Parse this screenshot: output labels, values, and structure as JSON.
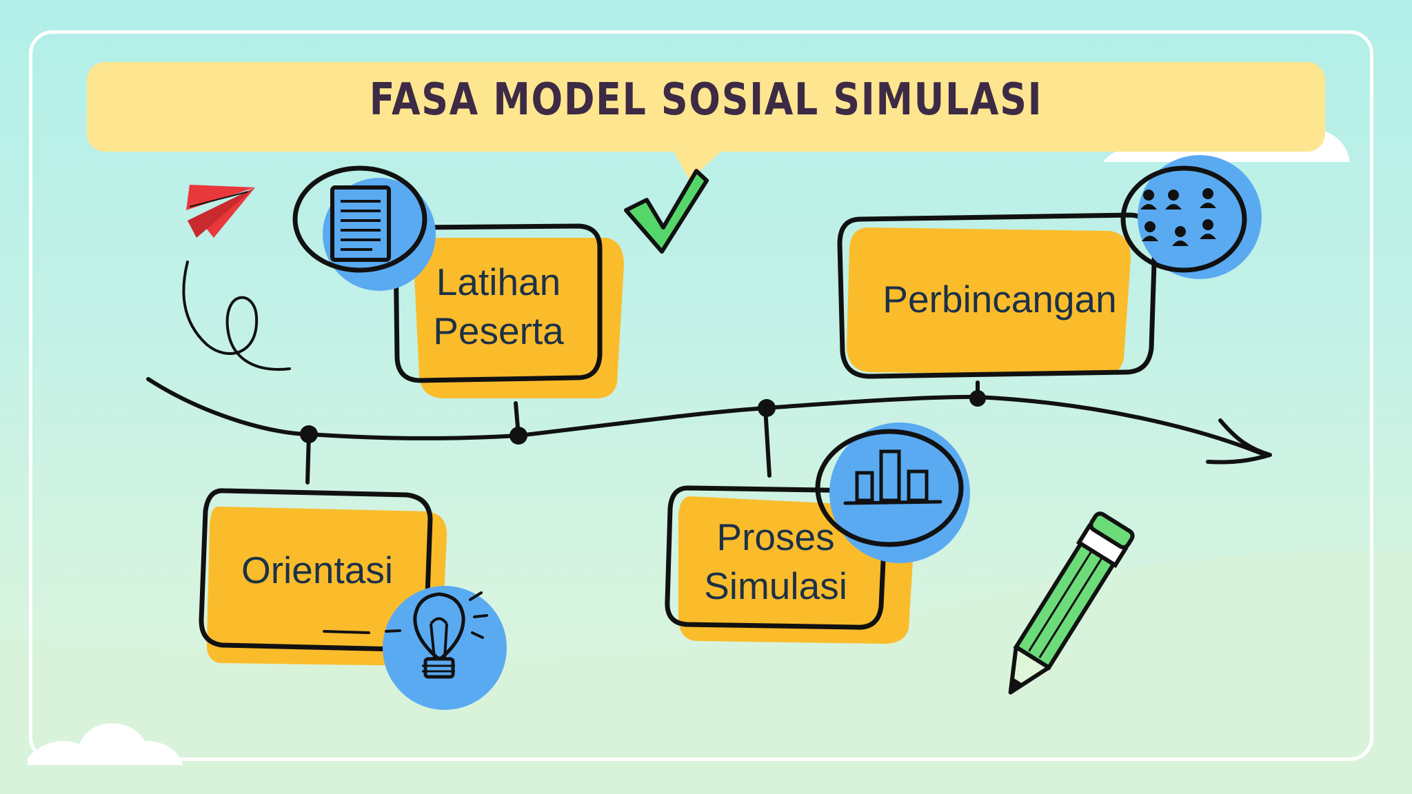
{
  "title": "FASA MODEL SOSIAL SIMULASI",
  "phases": [
    {
      "id": "orientasi",
      "label": "Orientasi",
      "icon": "lightbulb-icon"
    },
    {
      "id": "latihan-peserta",
      "label": "Latihan Peserta",
      "icon": "document-icon"
    },
    {
      "id": "proses-simulasi",
      "label": "Proses Simulasi",
      "icon": "bar-chart-icon"
    },
    {
      "id": "perbincangan",
      "label": "Perbincangan",
      "icon": "group-icon"
    }
  ],
  "colors": {
    "background_top": "#b1efe8",
    "background_bottom": "#dff6d9",
    "banner": "#fde68f",
    "title_text": "#3d2a45",
    "box_fill": "#fbbc2c",
    "icon_circle": "#5aaaf2",
    "outline": "#111111",
    "checkmark": "#56d66a",
    "plane": "#e8383c",
    "pencil": "#6cdb7a"
  }
}
